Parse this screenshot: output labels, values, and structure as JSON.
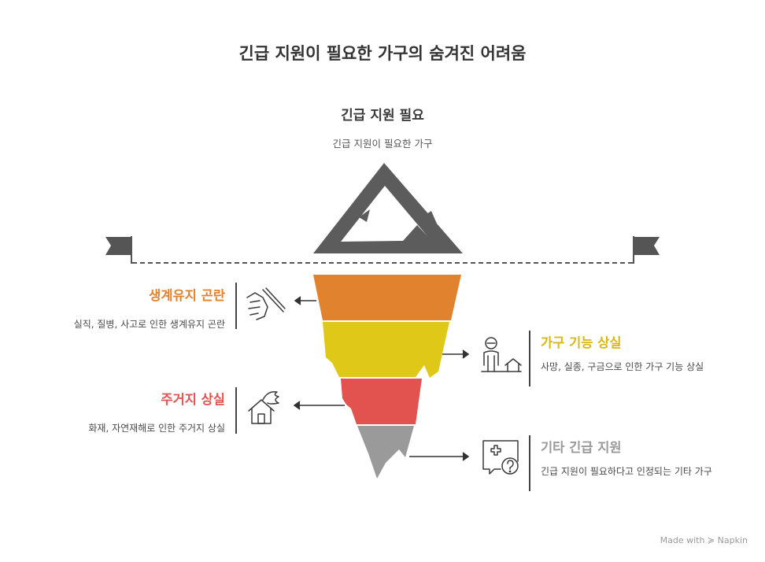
{
  "title": "긴급 지원이 필요한 가구의 숨겨진 어려움",
  "tip": {
    "title": "긴급 지원 필요",
    "desc": "긴급 지원이 필요한 가구"
  },
  "layers": [
    {
      "title": "생계유지 곤란",
      "desc": "실직, 질병, 사고로 인한 생계유지 곤란",
      "color": "#e0822e",
      "icon": "hand-writing-icon"
    },
    {
      "title": "가구 기능 상실",
      "desc": "사망, 실종, 구금으로 인한 가구 기능 상실",
      "color": "#dfc817",
      "icon": "person-house-icon"
    },
    {
      "title": "주거지 상실",
      "desc": "화재, 자연재해로 인한 주거지 상실",
      "color": "#e2524f",
      "icon": "house-fire-icon"
    },
    {
      "title": "기타 긴급 지원",
      "desc": "긴급 지원이 필요하다고 인정되는 기타 가구",
      "color": "#9a9a9a",
      "icon": "medical-question-icon"
    }
  ],
  "footer": "Made with ≽ Napkin"
}
